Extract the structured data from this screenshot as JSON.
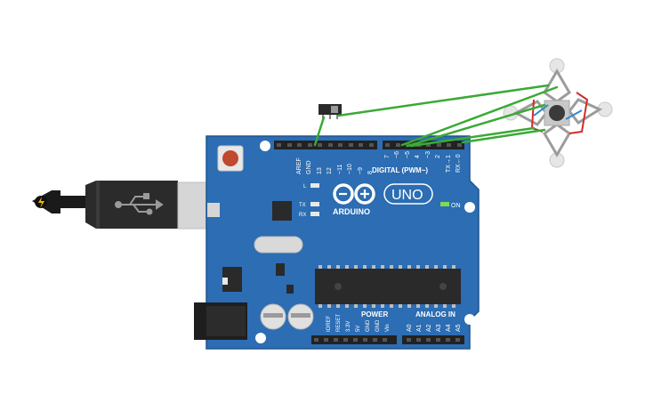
{
  "board": {
    "brand": "ARDUINO",
    "model": "UNO",
    "digital_header_label": "DIGITAL (PWM~)",
    "digital_pins": [
      "AREF",
      "GND",
      "13",
      "12",
      "~11",
      "~10",
      "~9",
      "8",
      "7",
      "~6",
      "~5",
      "4",
      "~3",
      "2",
      "TX→1",
      "RX←0"
    ],
    "power_label": "POWER",
    "power_pins": [
      "IOREF",
      "RESET",
      "3.3V",
      "5V",
      "GND",
      "GND",
      "Vin"
    ],
    "analog_label": "ANALOG IN",
    "analog_pins": [
      "A0",
      "A1",
      "A2",
      "A3",
      "A4",
      "A5"
    ],
    "led_l": "L",
    "led_tx": "TX",
    "led_rx": "RX",
    "led_on": "ON"
  },
  "colors": {
    "board": "#2c6db3",
    "board_edge": "#1f5590",
    "wire_green": "#3aaa35",
    "wire_red": "#d42a2a",
    "wire_blue": "#2a8ad4",
    "header": "#222222",
    "usb_plug": "#2b2b2b",
    "usb_metal": "#d4d4d4",
    "chip": "#2a2a2a",
    "power_led": "#7ed957"
  },
  "icons": {
    "usb": "usb-icon",
    "infinity_logo": "arduino-infinity-logo-icon",
    "cable_tip": "power-bolt-icon"
  },
  "components": {
    "slide_switch": "slide-switch",
    "pushbutton": "pushbutton"
  }
}
